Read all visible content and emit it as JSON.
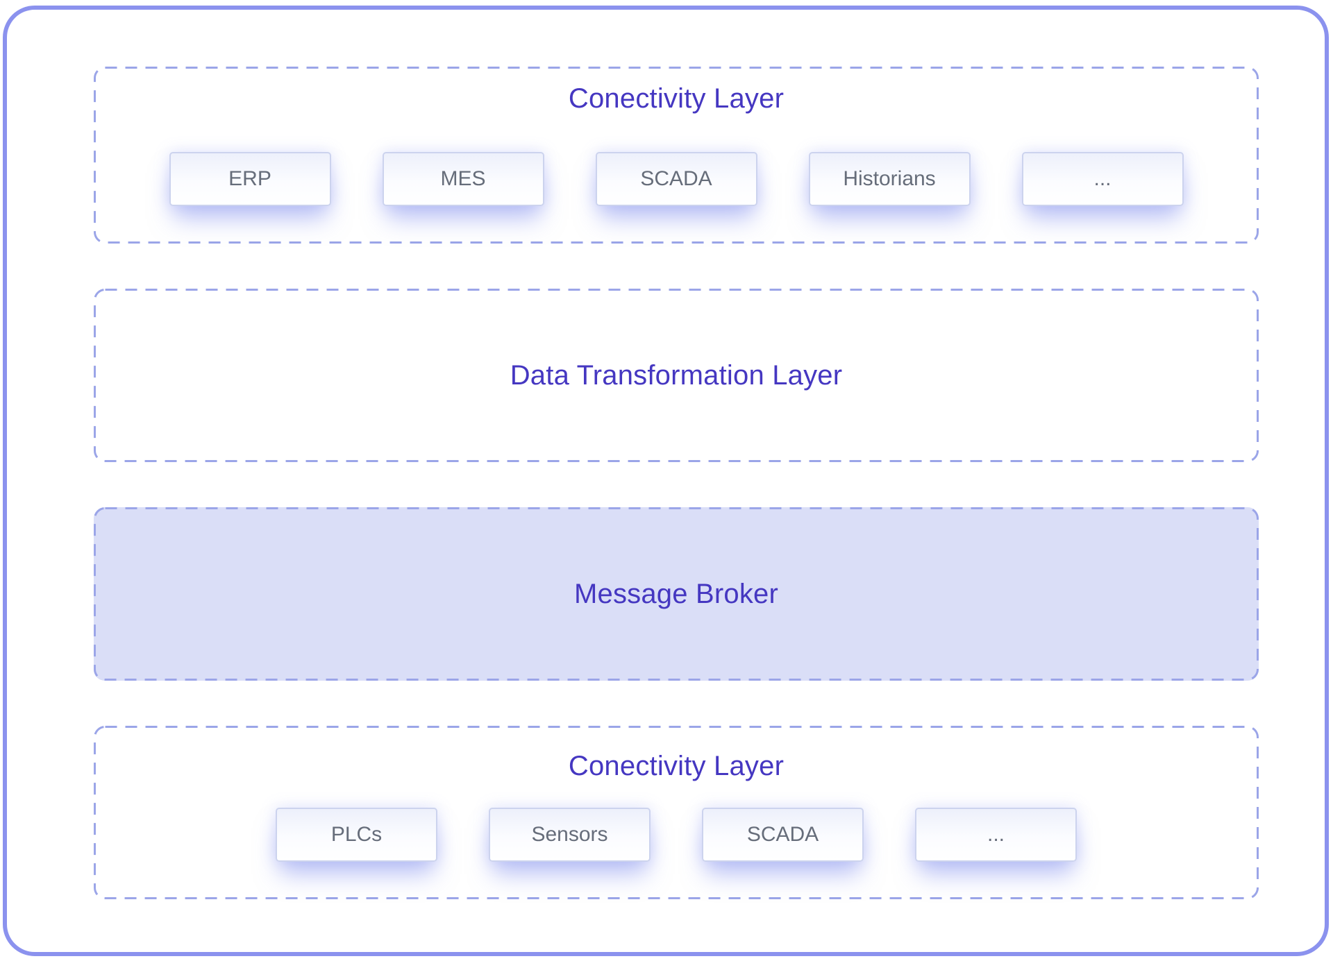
{
  "colors": {
    "accent_text": "#4537c1",
    "frame_border": "#8b92ee",
    "dashed_border": "#9ba5e8",
    "broker_fill": "#dadef7",
    "box_text": "#666d7a",
    "box_border": "#ccd3ee"
  },
  "sections": [
    {
      "title": "Conectivity Layer",
      "boxes": [
        "ERP",
        "MES",
        "SCADA",
        "Historians",
        "..."
      ]
    },
    {
      "title": "Data Transformation Layer",
      "boxes": []
    },
    {
      "title": "Message Broker",
      "boxes": [],
      "filled": true
    },
    {
      "title": "Conectivity Layer",
      "boxes": [
        "PLCs",
        "Sensors",
        "SCADA",
        "..."
      ]
    }
  ]
}
